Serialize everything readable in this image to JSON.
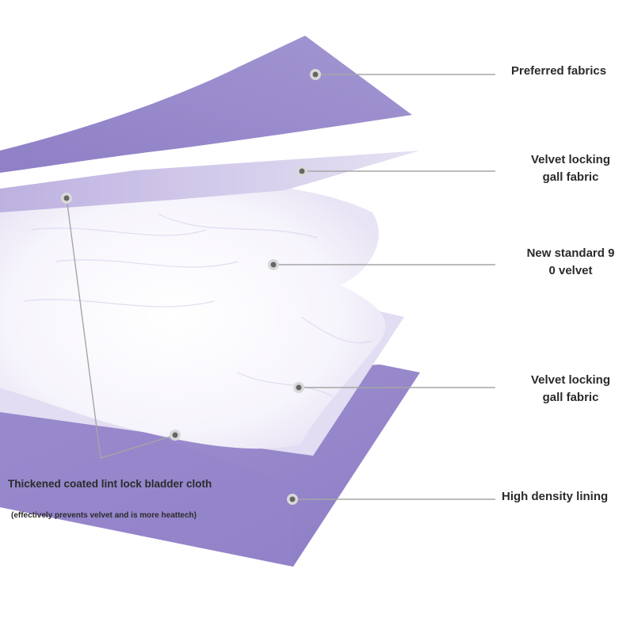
{
  "layers": [
    {
      "name": "Preferred fabrics",
      "lines": [
        "Preferred fabrics"
      ]
    },
    {
      "name": "Velvet locking gall fabric",
      "lines": [
        "Velvet locking",
        "gall fabric"
      ]
    },
    {
      "name": "New standard 90 velvet",
      "lines": [
        "New standard 9",
        "0 velvet"
      ]
    },
    {
      "name": "Velvet locking gall fabric",
      "lines": [
        "Velvet locking",
        "gall fabric"
      ]
    },
    {
      "name": "High density lining",
      "lines": [
        "High density lining"
      ]
    }
  ],
  "bladder_cloth": {
    "title": "Thickened coated lint lock bladder cloth",
    "note": "(effectively prevents velvet and is more heattech)"
  },
  "colors": {
    "fabric_purple": "#9c8ccc",
    "fabric_light": "#c9bfe6",
    "leader_line": "#a6a6a6",
    "text": "#2b2b2b"
  }
}
